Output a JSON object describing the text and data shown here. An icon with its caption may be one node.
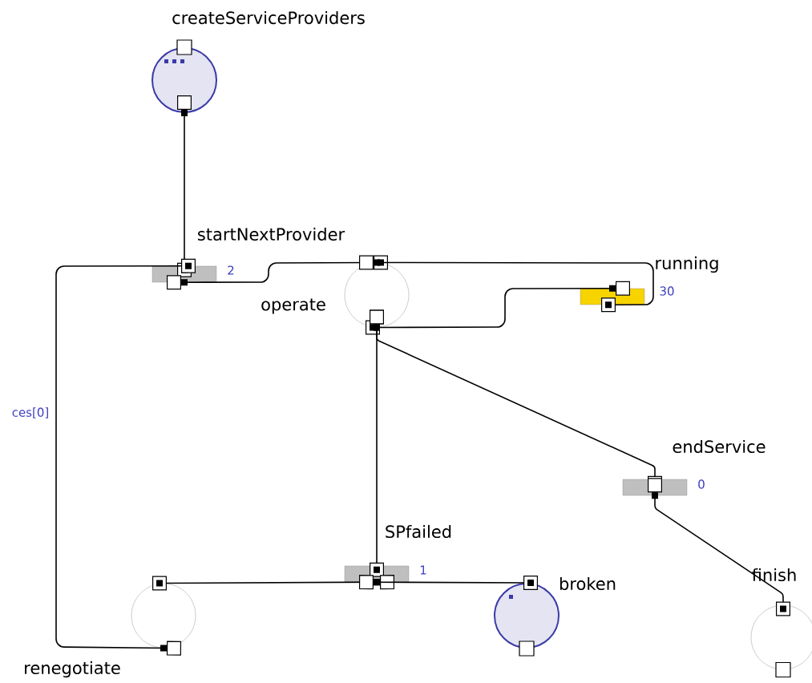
{
  "diagram": {
    "nodes": [
      {
        "text": [
          "createServiceProviders"
        ]
      },
      {
        "text": [
          "startNextProvider"
        ],
        "beside": [
          "2"
        ]
      },
      {
        "text": [
          "running"
        ],
        "beside": [
          "30"
        ]
      },
      {
        "text": [
          "operate"
        ]
      },
      {
        "text": [
          "endService"
        ],
        "beside": [
          "0"
        ]
      },
      {
        "text": [
          "SPfailed"
        ],
        "beside": [
          "1"
        ]
      },
      {
        "text": [
          "broken"
        ]
      },
      {
        "text": [
          "finish"
        ]
      },
      {
        "text": [
          "renegotiate"
        ]
      }
    ],
    "edges": [
      {
        "from": 0,
        "to": 1,
        "arrow": "other"
      },
      {
        "from": 8,
        "to": 1,
        "arrow": "other",
        "label": "ces[0]"
      },
      {
        "from": 1,
        "to": 3,
        "arrow": "other"
      },
      {
        "from": 3,
        "to": 2,
        "arrow": "other"
      },
      {
        "from": 2,
        "to": 3,
        "arrow": "other"
      },
      {
        "from": 3,
        "to": 4,
        "arrow": "other"
      },
      {
        "from": 3,
        "to": 5,
        "arrow": "other"
      },
      {
        "from": 4,
        "to": 7,
        "arrow": "other"
      },
      {
        "from": 5,
        "to": 8,
        "arrow": "other"
      },
      {
        "from": 5,
        "to": 6,
        "arrow": "other"
      }
    ]
  }
}
